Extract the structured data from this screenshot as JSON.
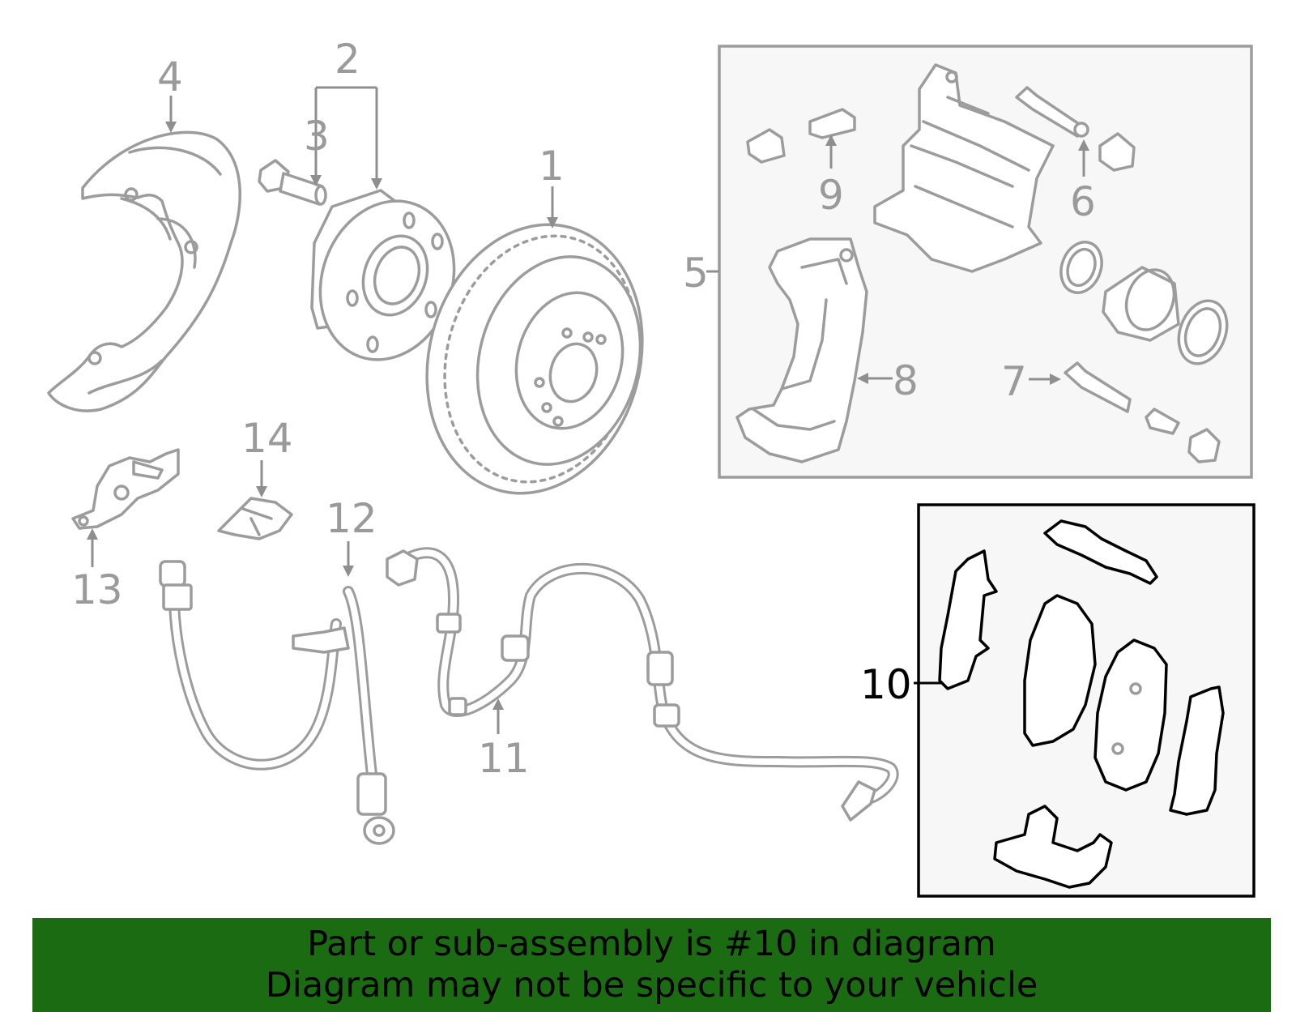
{
  "colors": {
    "highlight": "#1a6b12",
    "line": "#9c9c9c",
    "label": "#9a9a9a",
    "highlight_label": "#000000",
    "inset_bg": "#f7f7f7"
  },
  "callouts": {
    "c1": "1",
    "c2": "2",
    "c3": "3",
    "c4": "4",
    "c5": "5",
    "c6": "6",
    "c7": "7",
    "c8": "8",
    "c9": "9",
    "c10": "10",
    "c11": "11",
    "c12": "12",
    "c13": "13",
    "c14": "14"
  },
  "highlighted_part": "10",
  "banner": {
    "line1": "Part or sub-assembly is #10 in diagram",
    "line2": "Diagram may not be specific to your vehicle"
  }
}
